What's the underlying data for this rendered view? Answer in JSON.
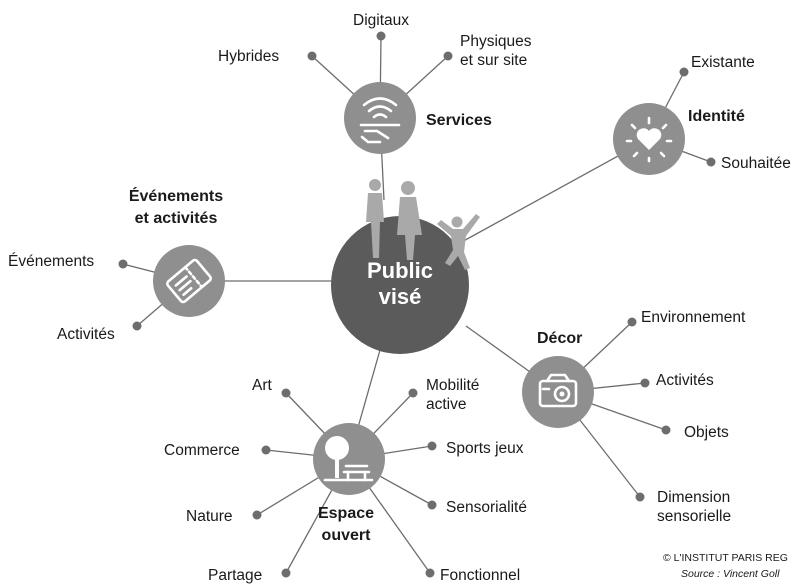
{
  "center": {
    "line1": "Public",
    "line2": "visé"
  },
  "services": {
    "header": "Services",
    "items": {
      "digitaux": "Digitaux",
      "hybrides": "Hybrides",
      "physiques_l1": "Physiques",
      "physiques_l2": "et sur site"
    },
    "icon": "wifi-service-tray-icon"
  },
  "identite": {
    "header": "Identité",
    "items": {
      "existante": "Existante",
      "souhaitee": "Souhaitée"
    },
    "icon": "heart-radiating-icon"
  },
  "evenements": {
    "header_l1": "Événements",
    "header_l2": "et activités",
    "items": {
      "evenements": "Événements",
      "activites": "Activités"
    },
    "icon": "ticket-icon"
  },
  "decor": {
    "header": "Décor",
    "items": {
      "environnement": "Environnement",
      "activites": "Activités",
      "objets": "Objets",
      "dimension_l1": "Dimension",
      "dimension_l2": "sensorielle"
    },
    "icon": "camera-icon"
  },
  "espace": {
    "header_l1": "Espace",
    "header_l2": "ouvert",
    "items": {
      "art": "Art",
      "mobilite_l1": "Mobilité",
      "mobilite_l2": "active",
      "commerce": "Commerce",
      "sports": "Sports jeux",
      "nature": "Nature",
      "sensorialite": "Sensorialité",
      "partage": "Partage",
      "fonctionnel": "Fonctionnel"
    },
    "icon": "tree-bench-icon"
  },
  "credit": {
    "line1": "© L'INSTITUT PARIS REG",
    "line2": "Source : Vincent Goll"
  },
  "colors": {
    "hub": "#8f8f8f",
    "center": "#5b5b5b",
    "line": "#6d6d6d",
    "people": "#a9a9a9"
  }
}
